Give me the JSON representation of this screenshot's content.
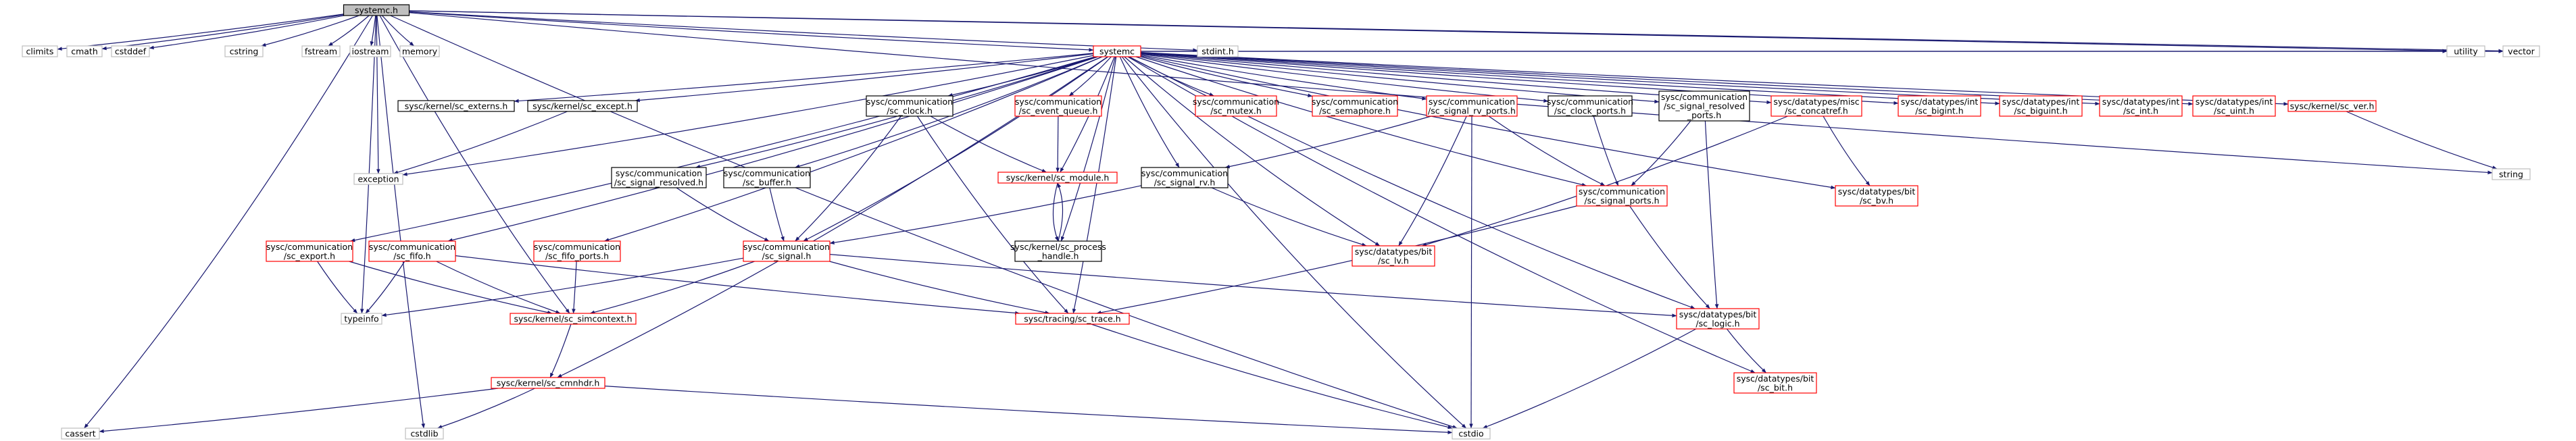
{
  "graph": {
    "root": "n0",
    "nodes": [
      {
        "id": "n0",
        "lines": [
          "systemc.h"
        ],
        "kind": "root"
      },
      {
        "id": "n1",
        "lines": [
          "climits"
        ],
        "kind": "std"
      },
      {
        "id": "n2",
        "lines": [
          "cmath"
        ],
        "kind": "std"
      },
      {
        "id": "n3",
        "lines": [
          "cstddef"
        ],
        "kind": "std"
      },
      {
        "id": "n4",
        "lines": [
          "cstring"
        ],
        "kind": "std"
      },
      {
        "id": "n5",
        "lines": [
          "fstream"
        ],
        "kind": "std"
      },
      {
        "id": "n6",
        "lines": [
          "iostream"
        ],
        "kind": "std"
      },
      {
        "id": "n7",
        "lines": [
          "memory"
        ],
        "kind": "std"
      },
      {
        "id": "n8",
        "lines": [
          "systemc"
        ],
        "kind": "incomplete"
      },
      {
        "id": "n9",
        "lines": [
          "stdint.h"
        ],
        "kind": "std"
      },
      {
        "id": "n10",
        "lines": [
          "utility"
        ],
        "kind": "std"
      },
      {
        "id": "n11",
        "lines": [
          "vector"
        ],
        "kind": "std"
      },
      {
        "id": "n12",
        "lines": [
          "sysc/kernel/sc_externs.h"
        ],
        "kind": "documented"
      },
      {
        "id": "n13",
        "lines": [
          "sysc/kernel/sc_except.h"
        ],
        "kind": "documented"
      },
      {
        "id": "n14",
        "lines": [
          "sysc/communication",
          "/sc_clock.h"
        ],
        "kind": "documented"
      },
      {
        "id": "n15",
        "lines": [
          "sysc/communication",
          "/sc_event_queue.h"
        ],
        "kind": "incomplete"
      },
      {
        "id": "n16",
        "lines": [
          "sysc/communication",
          "/sc_mutex.h"
        ],
        "kind": "incomplete"
      },
      {
        "id": "n17",
        "lines": [
          "sysc/communication",
          "/sc_semaphore.h"
        ],
        "kind": "incomplete"
      },
      {
        "id": "n18",
        "lines": [
          "sysc/communication",
          "/sc_signal_rv_ports.h"
        ],
        "kind": "incomplete"
      },
      {
        "id": "n19",
        "lines": [
          "sysc/communication",
          "/sc_clock_ports.h"
        ],
        "kind": "documented"
      },
      {
        "id": "n20",
        "lines": [
          "sysc/communication",
          "/sc_signal_resolved",
          "_ports.h"
        ],
        "kind": "documented"
      },
      {
        "id": "n21",
        "lines": [
          "sysc/datatypes/misc",
          "/sc_concatref.h"
        ],
        "kind": "incomplete"
      },
      {
        "id": "n22",
        "lines": [
          "sysc/datatypes/int",
          "/sc_bigint.h"
        ],
        "kind": "incomplete"
      },
      {
        "id": "n23",
        "lines": [
          "sysc/datatypes/int",
          "/sc_biguint.h"
        ],
        "kind": "incomplete"
      },
      {
        "id": "n24",
        "lines": [
          "sysc/datatypes/int",
          "/sc_int.h"
        ],
        "kind": "incomplete"
      },
      {
        "id": "n25",
        "lines": [
          "sysc/datatypes/int",
          "/sc_uint.h"
        ],
        "kind": "incomplete"
      },
      {
        "id": "n26",
        "lines": [
          "sysc/kernel/sc_ver.h"
        ],
        "kind": "incomplete"
      },
      {
        "id": "n27",
        "lines": [
          "string"
        ],
        "kind": "std"
      },
      {
        "id": "n28",
        "lines": [
          "exception"
        ],
        "kind": "std"
      },
      {
        "id": "n29",
        "lines": [
          "sysc/communication",
          "/sc_signal_resolved.h"
        ],
        "kind": "documented"
      },
      {
        "id": "n30",
        "lines": [
          "sysc/communication",
          "/sc_buffer.h"
        ],
        "kind": "documented"
      },
      {
        "id": "n31",
        "lines": [
          "sysc/kernel/sc_module.h"
        ],
        "kind": "incomplete"
      },
      {
        "id": "n32",
        "lines": [
          "sysc/communication",
          "/sc_signal_rv.h"
        ],
        "kind": "documented"
      },
      {
        "id": "n33",
        "lines": [
          "sysc/communication",
          "/sc_signal_ports.h"
        ],
        "kind": "incomplete"
      },
      {
        "id": "n34",
        "lines": [
          "sysc/datatypes/bit",
          "/sc_bv.h"
        ],
        "kind": "incomplete"
      },
      {
        "id": "n35",
        "lines": [
          "sysc/communication",
          "/sc_export.h"
        ],
        "kind": "incomplete"
      },
      {
        "id": "n36",
        "lines": [
          "sysc/communication",
          "/sc_fifo.h"
        ],
        "kind": "incomplete"
      },
      {
        "id": "n37",
        "lines": [
          "sysc/communication",
          "/sc_fifo_ports.h"
        ],
        "kind": "incomplete"
      },
      {
        "id": "n38",
        "lines": [
          "sysc/communication",
          "/sc_signal.h"
        ],
        "kind": "incomplete"
      },
      {
        "id": "n39",
        "lines": [
          "sysc/kernel/sc_process",
          "_handle.h"
        ],
        "kind": "documented"
      },
      {
        "id": "n40",
        "lines": [
          "sysc/datatypes/bit",
          "/sc_lv.h"
        ],
        "kind": "incomplete"
      },
      {
        "id": "n41",
        "lines": [
          "typeinfo"
        ],
        "kind": "std"
      },
      {
        "id": "n42",
        "lines": [
          "sysc/kernel/sc_simcontext.h"
        ],
        "kind": "incomplete"
      },
      {
        "id": "n43",
        "lines": [
          "sysc/tracing/sc_trace.h"
        ],
        "kind": "incomplete"
      },
      {
        "id": "n44",
        "lines": [
          "sysc/datatypes/bit",
          "/sc_logic.h"
        ],
        "kind": "incomplete"
      },
      {
        "id": "n45",
        "lines": [
          "sysc/kernel/sc_cmnhdr.h"
        ],
        "kind": "incomplete"
      },
      {
        "id": "n46",
        "lines": [
          "sysc/datatypes/bit",
          "/sc_bit.h"
        ],
        "kind": "incomplete"
      },
      {
        "id": "n47",
        "lines": [
          "cassert"
        ],
        "kind": "std"
      },
      {
        "id": "n48",
        "lines": [
          "cstdlib"
        ],
        "kind": "std"
      },
      {
        "id": "n49",
        "lines": [
          "cstdio"
        ],
        "kind": "std"
      }
    ],
    "edges": [
      [
        "n0",
        "n1"
      ],
      [
        "n0",
        "n2"
      ],
      [
        "n0",
        "n3"
      ],
      [
        "n0",
        "n4"
      ],
      [
        "n0",
        "n5"
      ],
      [
        "n0",
        "n6"
      ],
      [
        "n0",
        "n7"
      ],
      [
        "n0",
        "n8"
      ],
      [
        "n0",
        "n9"
      ],
      [
        "n0",
        "n10"
      ],
      [
        "n0",
        "n11"
      ],
      [
        "n0",
        "n27"
      ],
      [
        "n0",
        "n28"
      ],
      [
        "n0",
        "n41"
      ],
      [
        "n0",
        "n42"
      ],
      [
        "n0",
        "n47"
      ],
      [
        "n0",
        "n48"
      ],
      [
        "n0",
        "n49"
      ],
      [
        "n8",
        "n12"
      ],
      [
        "n8",
        "n13"
      ],
      [
        "n8",
        "n14"
      ],
      [
        "n8",
        "n15"
      ],
      [
        "n8",
        "n16"
      ],
      [
        "n8",
        "n17"
      ],
      [
        "n8",
        "n18"
      ],
      [
        "n8",
        "n19"
      ],
      [
        "n8",
        "n20"
      ],
      [
        "n8",
        "n21"
      ],
      [
        "n8",
        "n22"
      ],
      [
        "n8",
        "n23"
      ],
      [
        "n8",
        "n24"
      ],
      [
        "n8",
        "n25"
      ],
      [
        "n8",
        "n26"
      ],
      [
        "n8",
        "n28"
      ],
      [
        "n8",
        "n29"
      ],
      [
        "n8",
        "n30"
      ],
      [
        "n8",
        "n31"
      ],
      [
        "n8",
        "n32"
      ],
      [
        "n8",
        "n33"
      ],
      [
        "n8",
        "n34"
      ],
      [
        "n8",
        "n35"
      ],
      [
        "n8",
        "n36"
      ],
      [
        "n8",
        "n37"
      ],
      [
        "n8",
        "n38"
      ],
      [
        "n8",
        "n39"
      ],
      [
        "n8",
        "n40"
      ],
      [
        "n8",
        "n43"
      ],
      [
        "n8",
        "n44"
      ],
      [
        "n8",
        "n45"
      ],
      [
        "n8",
        "n46"
      ],
      [
        "n8",
        "n10"
      ],
      [
        "n8",
        "n11"
      ],
      [
        "n8",
        "n49"
      ],
      [
        "n13",
        "n28"
      ],
      [
        "n26",
        "n27"
      ],
      [
        "n14",
        "n31"
      ],
      [
        "n14",
        "n38"
      ],
      [
        "n14",
        "n43"
      ],
      [
        "n15",
        "n31"
      ],
      [
        "n29",
        "n38"
      ],
      [
        "n30",
        "n38"
      ],
      [
        "n31",
        "n39"
      ],
      [
        "n39",
        "n31"
      ],
      [
        "n18",
        "n32"
      ],
      [
        "n18",
        "n33"
      ],
      [
        "n18",
        "n40"
      ],
      [
        "n18",
        "n49"
      ],
      [
        "n19",
        "n33"
      ],
      [
        "n20",
        "n33"
      ],
      [
        "n20",
        "n44"
      ],
      [
        "n21",
        "n34"
      ],
      [
        "n21",
        "n40"
      ],
      [
        "n32",
        "n38"
      ],
      [
        "n32",
        "n40"
      ],
      [
        "n33",
        "n43"
      ],
      [
        "n33",
        "n44"
      ],
      [
        "n35",
        "n41"
      ],
      [
        "n35",
        "n42"
      ],
      [
        "n36",
        "n41"
      ],
      [
        "n36",
        "n42"
      ],
      [
        "n36",
        "n43"
      ],
      [
        "n37",
        "n42"
      ],
      [
        "n38",
        "n41"
      ],
      [
        "n38",
        "n42"
      ],
      [
        "n38",
        "n43"
      ],
      [
        "n38",
        "n44"
      ],
      [
        "n42",
        "n45"
      ],
      [
        "n43",
        "n49"
      ],
      [
        "n44",
        "n46"
      ],
      [
        "n44",
        "n49"
      ],
      [
        "n45",
        "n47"
      ],
      [
        "n45",
        "n48"
      ],
      [
        "n45",
        "n49"
      ]
    ]
  },
  "style": {
    "edge_color": "#191970",
    "root_fill": "#bfbfbf",
    "root_border": "#000000",
    "std_border": "#bfbfbf",
    "documented_border": "#000000",
    "incomplete_border": "#ff0000",
    "node_fill": "#ffffff",
    "text_color": "#000000"
  }
}
